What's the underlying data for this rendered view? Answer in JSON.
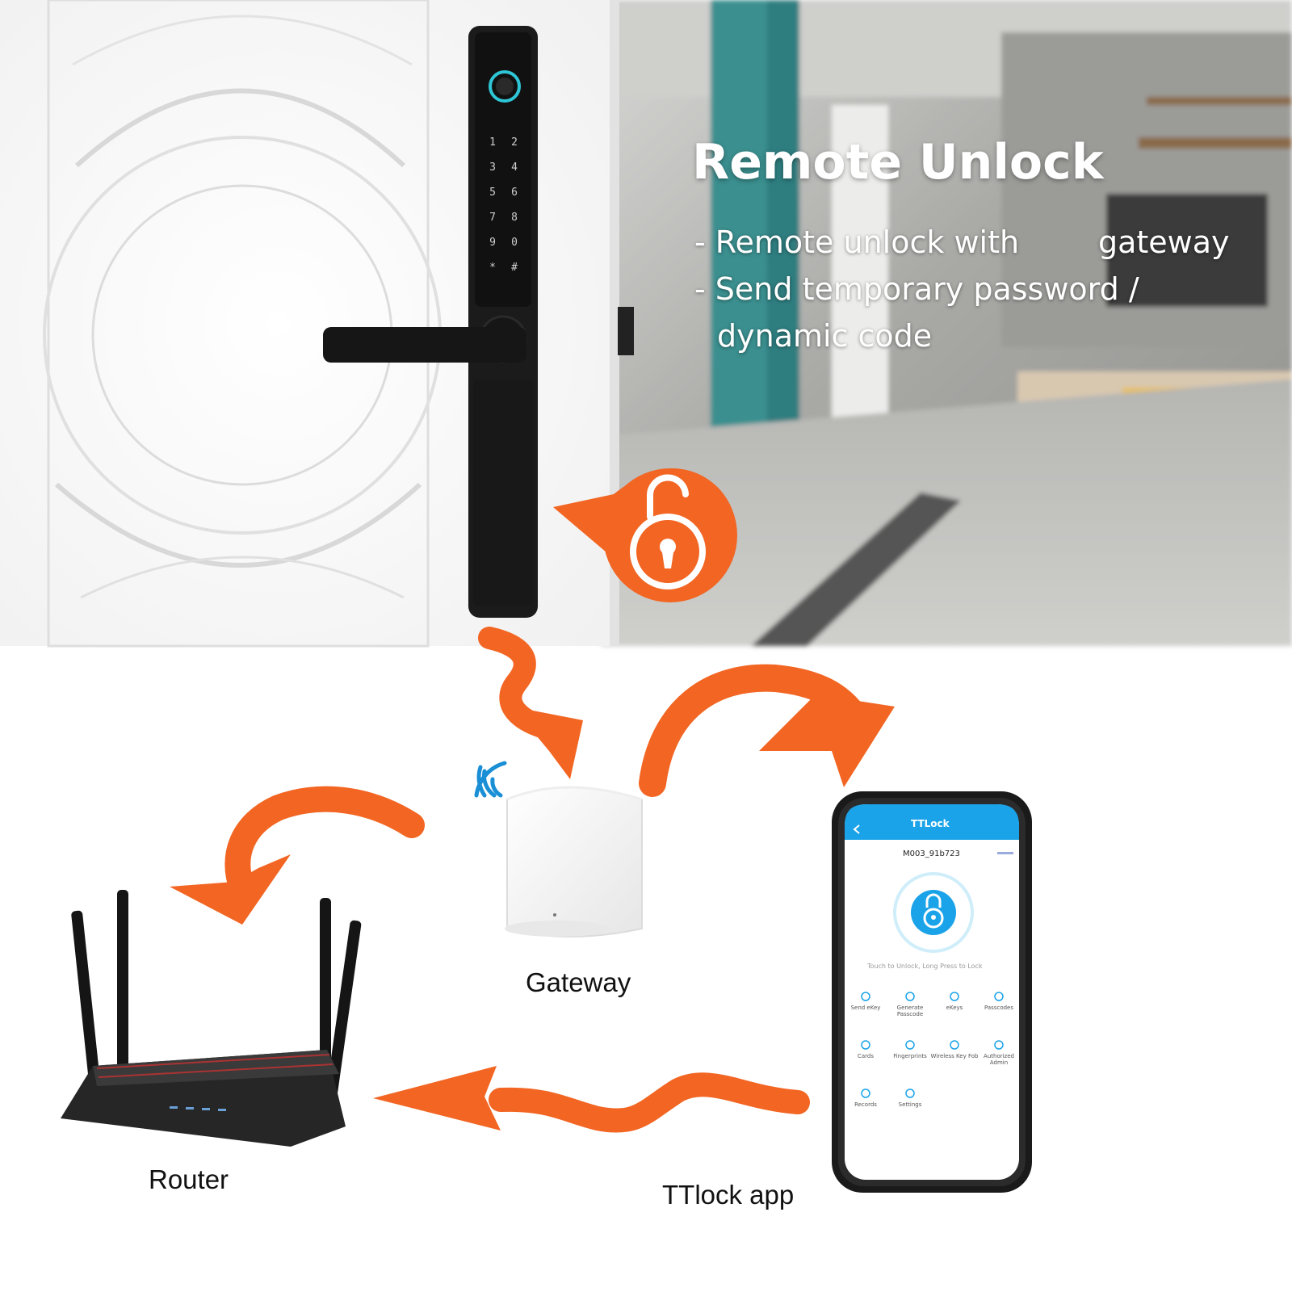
{
  "hero": {
    "title": "Remote Unlock",
    "bullet_1a": "- Remote unlock with",
    "bullet_1b": "gateway",
    "bullet_2": "- Send temporary password /",
    "bullet_3": "dynamic code"
  },
  "keypad": {
    "keys": [
      "1",
      "2",
      "3",
      "4",
      "5",
      "6",
      "7",
      "8",
      "9",
      "0",
      "*",
      "#"
    ]
  },
  "labels": {
    "gateway": "Gateway",
    "router": "Router",
    "app": "TTlock app"
  },
  "app_screen": {
    "title": "TTLock",
    "lock_name": "M003_91b723",
    "hint": "Touch to Unlock, Long Press to Lock",
    "grid": [
      {
        "label": "Send eKey",
        "icon": "send-ekey-icon"
      },
      {
        "label": "Generate Passcode",
        "icon": "passcode-icon"
      },
      {
        "label": "eKeys",
        "icon": "ekeys-icon"
      },
      {
        "label": "Passcodes",
        "icon": "passcodes-icon"
      },
      {
        "label": "Cards",
        "icon": "cards-icon"
      },
      {
        "label": "Fingerprints",
        "icon": "fingerprint-icon"
      },
      {
        "label": "Wireless Key Fob",
        "icon": "key-fob-icon"
      },
      {
        "label": "Authorized Admin",
        "icon": "admin-icon"
      },
      {
        "label": "Records",
        "icon": "records-icon"
      },
      {
        "label": "Settings",
        "icon": "settings-icon"
      }
    ]
  },
  "colors": {
    "accent": "#f26522",
    "app_blue": "#1aa3e8",
    "lock_body": "#1b1b1b",
    "fingerprint_ring": "#2ec6d6",
    "wifi": "#1a8fd6"
  }
}
